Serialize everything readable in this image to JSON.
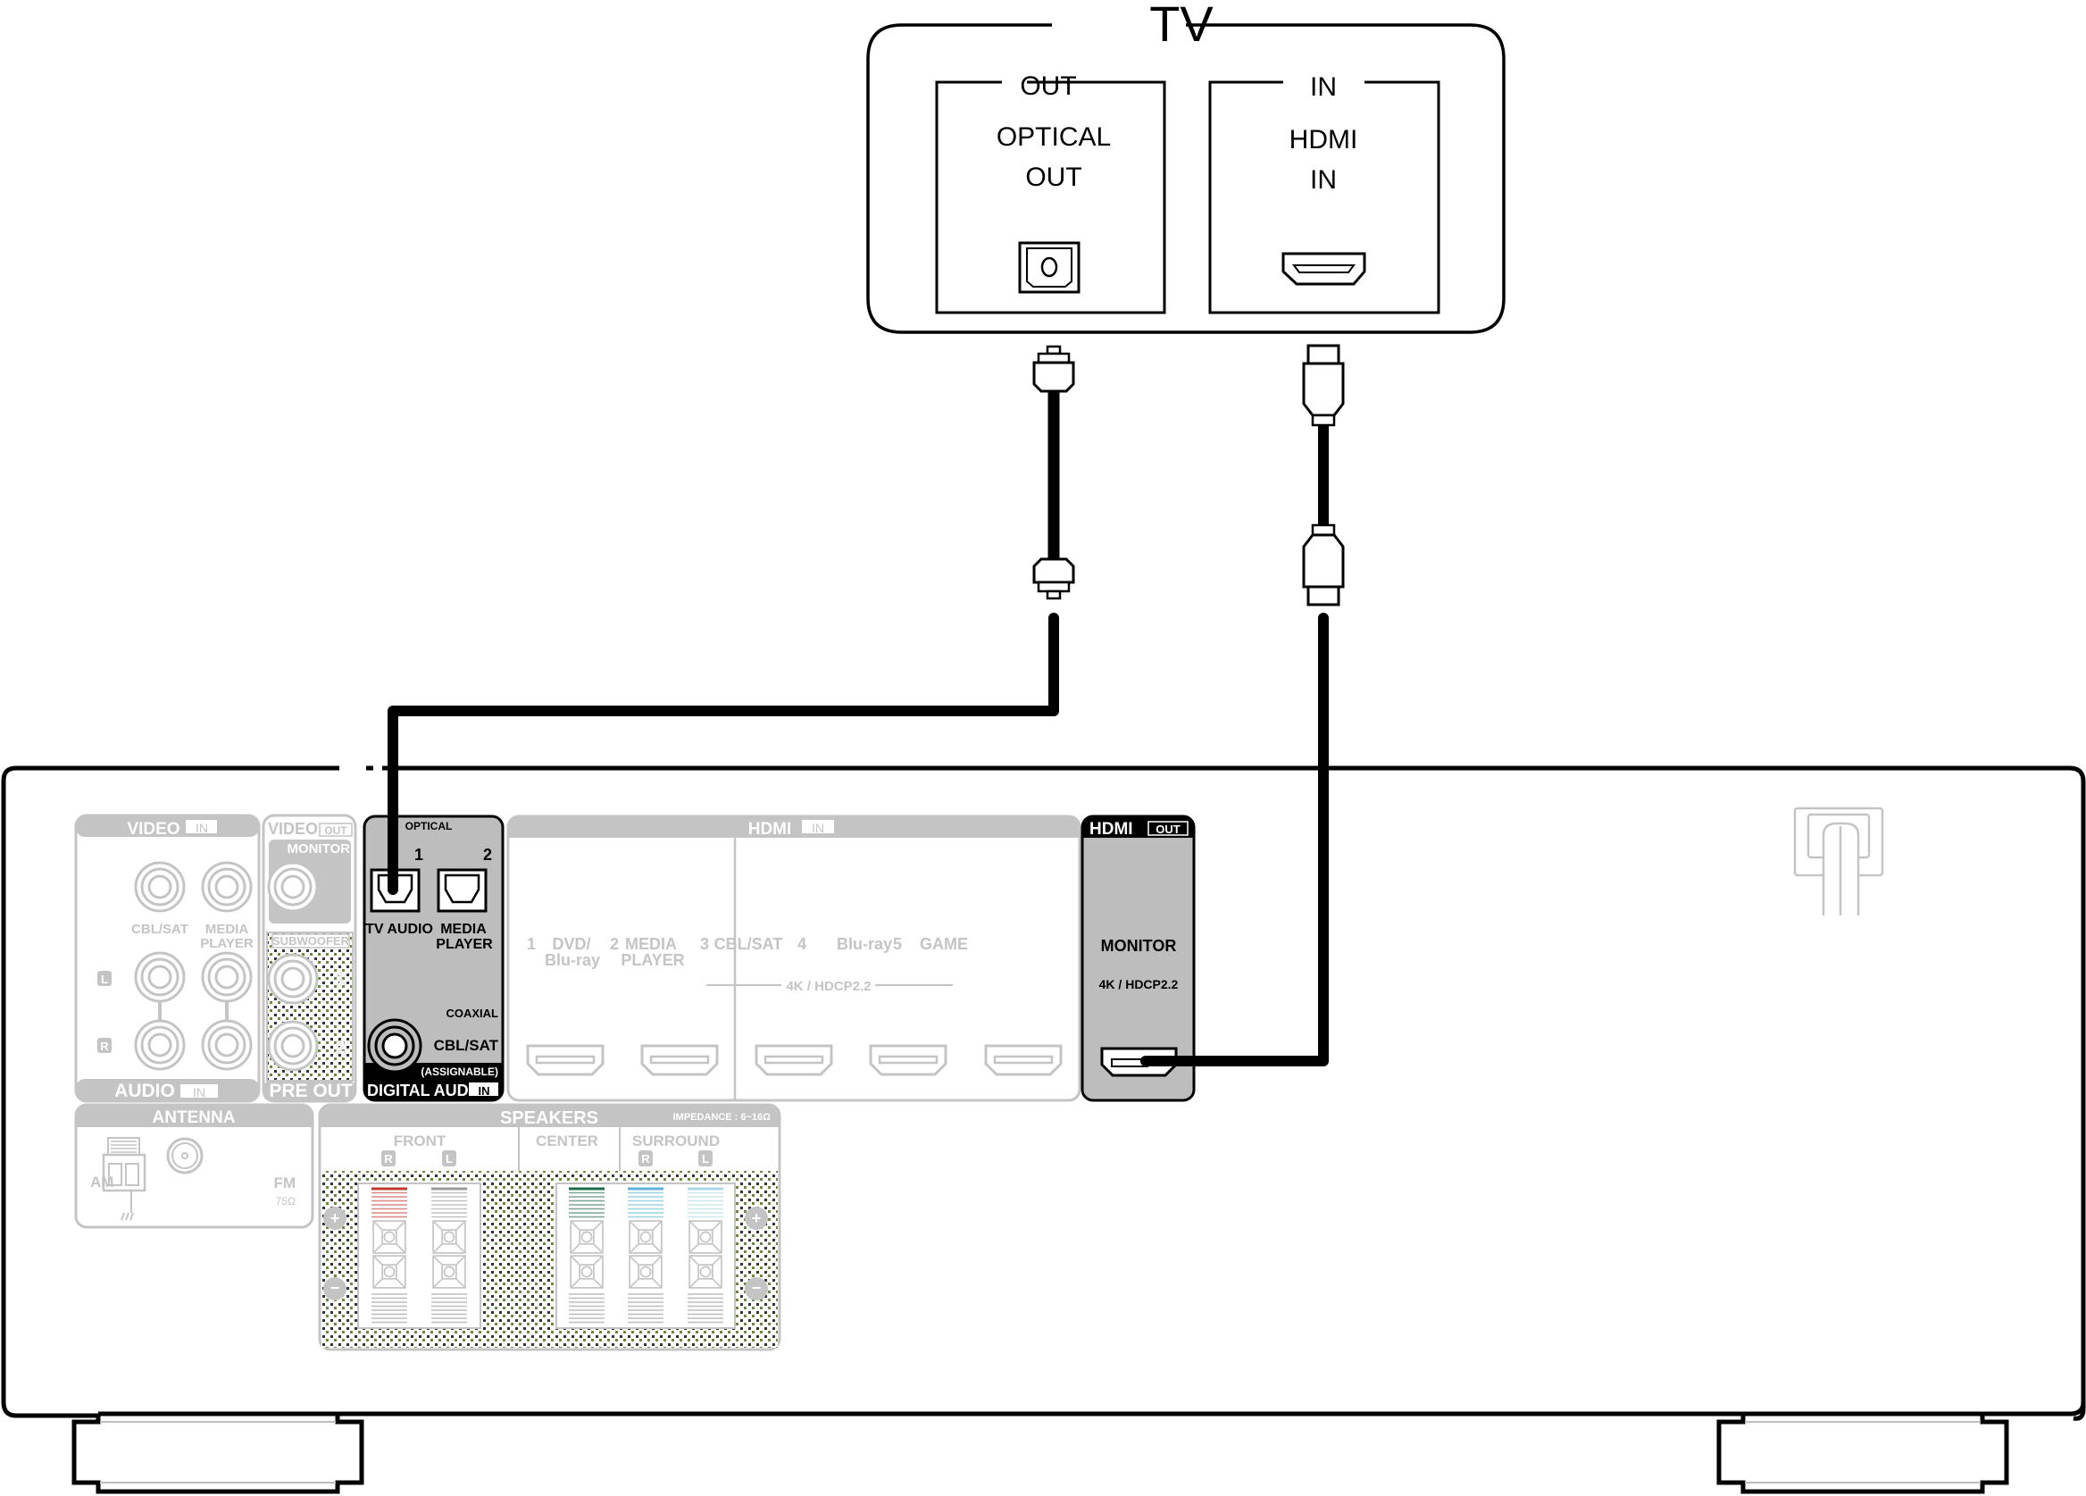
{
  "tv": {
    "title": "TV",
    "out_group": {
      "header": "OUT",
      "line1": "OPTICAL",
      "line2": "OUT",
      "port_icon": "optical-port-icon"
    },
    "in_group": {
      "header": "IN",
      "line1": "HDMI",
      "line2": "IN",
      "port_icon": "hdmi-port-icon"
    }
  },
  "cables": [
    {
      "type": "optical",
      "from": "TV OPTICAL OUT",
      "to": "DIGITAL AUDIO IN OPTICAL 1 TV AUDIO"
    },
    {
      "type": "hdmi",
      "from": "TV HDMI IN",
      "to": "HDMI OUT MONITOR"
    }
  ],
  "receiver": {
    "video_in": {
      "header": "VIDEO",
      "badge": "IN",
      "cols": [
        "CBL/SAT",
        "MEDIA\nPLAYER"
      ],
      "l": "L",
      "r": "R",
      "footer": "AUDIO",
      "footer_badge": "IN"
    },
    "video_out": {
      "header": "VIDEO",
      "badge": "OUT",
      "monitor": "MONITOR",
      "subwoofer": "SUBWOOFER",
      "sub1": "1",
      "sub2": "2",
      "footer": "PRE OUT"
    },
    "digital_audio": {
      "optical": "OPTICAL",
      "n1": "1",
      "n2": "2",
      "p1": "TV AUDIO",
      "p2a": "MEDIA",
      "p2b": "PLAYER",
      "coaxial": "COAXIAL",
      "cblsat": "CBL/SAT",
      "assignable": "(ASSIGNABLE)",
      "footer": "DIGITAL AUDIO",
      "footer_badge": "IN"
    },
    "hdmi_in": {
      "header": "HDMI",
      "badge": "IN",
      "ports": [
        {
          "num": "1",
          "l1": "DVD/",
          "l2": "Blu-ray"
        },
        {
          "num": "2",
          "l1": "MEDIA",
          "l2": "PLAYER"
        },
        {
          "num": "3",
          "l1": "CBL/SAT",
          "l2": ""
        },
        {
          "num": "4",
          "l1": "Blu-ray",
          "l2": ""
        },
        {
          "num": "5",
          "l1": "GAME",
          "l2": ""
        }
      ],
      "hdcp": "4K / HDCP2.2"
    },
    "hdmi_out": {
      "header": "HDMI",
      "badge": "OUT",
      "monitor": "MONITOR",
      "hdcp": "4K / HDCP2.2"
    },
    "antenna": {
      "header": "ANTENNA",
      "am": "AM",
      "fm": "FM",
      "ohm": "75Ω"
    },
    "speakers": {
      "header": "SPEAKERS",
      "impedance": "IMPEDANCE : 6~16Ω",
      "front": "FRONT",
      "center": "CENTER",
      "surround": "SURROUND",
      "r": "R",
      "l": "L",
      "colors": {
        "front_r": "#c0392b",
        "front_l": "#9a9a9a",
        "center": "#1e6b4a",
        "surround_r": "#5ab4d6",
        "surround_l": "#a9d8e6"
      }
    }
  },
  "colors": {
    "panel_gray": "#c4c4c4",
    "active_gray": "#bdbdbd",
    "ink": "#000000"
  }
}
